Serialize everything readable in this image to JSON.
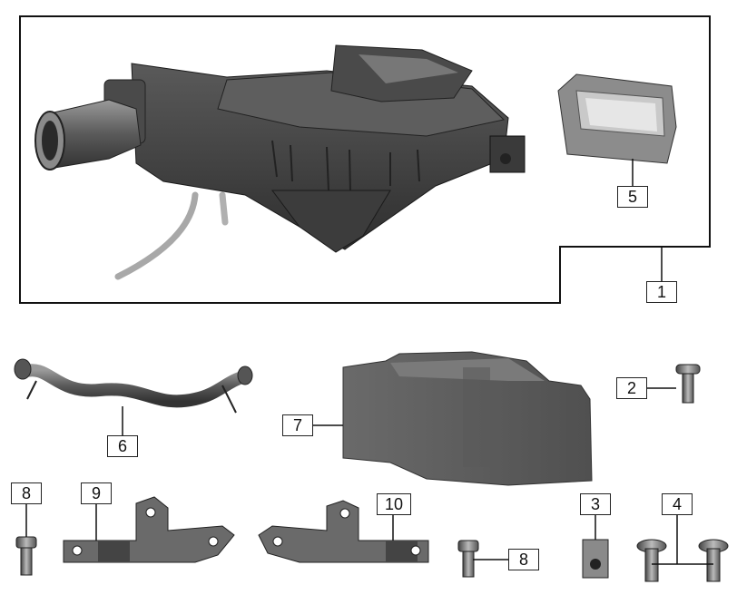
{
  "diagram": {
    "callouts": [
      {
        "id": "c1",
        "label": "1"
      },
      {
        "id": "c2",
        "label": "2"
      },
      {
        "id": "c3",
        "label": "3"
      },
      {
        "id": "c4",
        "label": "4"
      },
      {
        "id": "c5",
        "label": "5"
      },
      {
        "id": "c6",
        "label": "6"
      },
      {
        "id": "c7",
        "label": "7"
      },
      {
        "id": "c8a",
        "label": "8"
      },
      {
        "id": "c8b",
        "label": "8"
      },
      {
        "id": "c9",
        "label": "9"
      },
      {
        "id": "c10",
        "label": "10"
      }
    ],
    "colors": {
      "part_dark": "#3a3a3a",
      "part_mid": "#6b6b6b",
      "part_light": "#9a9a9a",
      "line": "#111111"
    }
  }
}
